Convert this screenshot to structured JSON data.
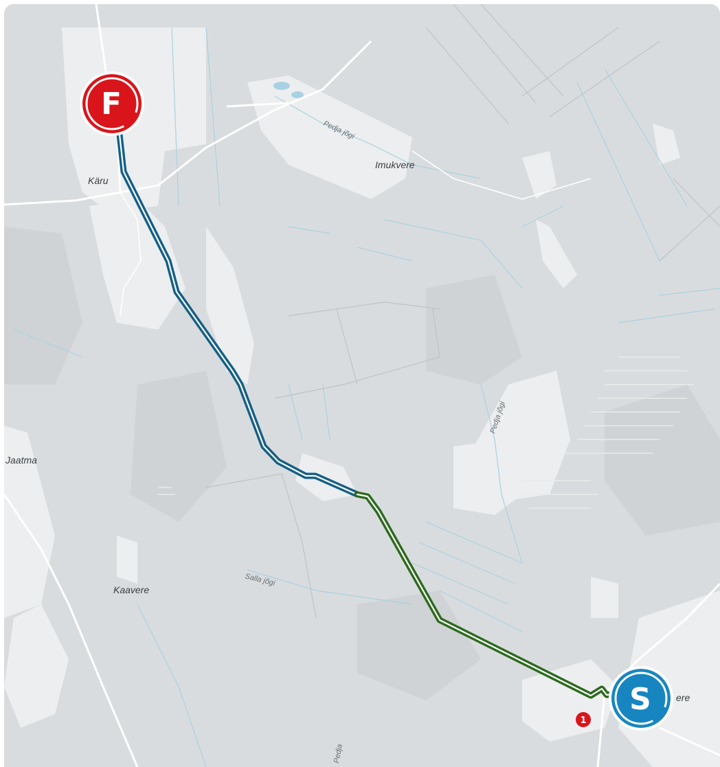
{
  "map": {
    "places": {
      "karu": "Käru",
      "imukvere": "Imukvere",
      "jaatma": "Jaatma",
      "kaavere": "Kaavere",
      "ere": "ere"
    },
    "rivers": {
      "pedja_top": "Pedja jõgi",
      "pedja_mid": "Pedja jõgi",
      "salla": "Salla jõgi",
      "pedja_bottom": "Pedja"
    },
    "markers": {
      "finish": {
        "letter": "F",
        "color": "#d9151b"
      },
      "start": {
        "letter": "S",
        "color": "#1786c0"
      }
    },
    "waypoint": {
      "number": "1",
      "color": "#d9151b"
    },
    "route": {
      "segment_1_color": "#2c6a1e",
      "segment_2_color": "#145f86"
    },
    "colors": {
      "background": "#d9dcde",
      "open_land": "#eceeef",
      "water": "#a9d1e3",
      "road": "#ffffff"
    }
  }
}
